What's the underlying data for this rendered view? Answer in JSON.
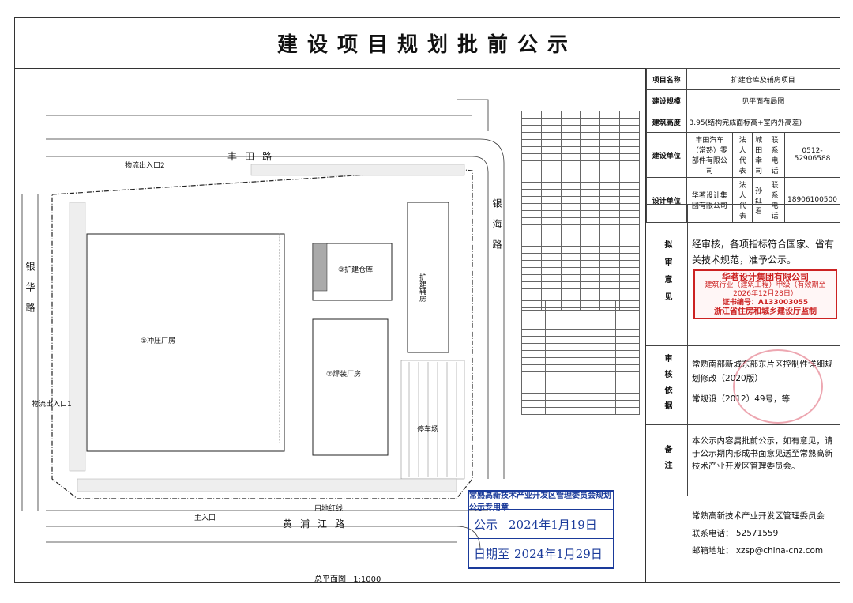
{
  "title": "建设项目规划批前公示",
  "info": {
    "project_name_label": "项目名称",
    "project_name": "扩建仓库及辅房项目",
    "scale_label": "建设规模",
    "scale": "见平面布局图",
    "height_label": "建筑高度",
    "height": "3.95(结构完成面标高+室内外高差)",
    "builder_label": "建设单位",
    "builder": "丰田汽车（常熟）零部件有限公司",
    "legal_label": "法人代表",
    "builder_legal": "城田幸司",
    "phone_label": "联系电话",
    "builder_phone": "0512-52906588",
    "designer_label": "设计单位",
    "designer": "华茗设计集团有限公司",
    "designer_legal": "孙红君",
    "designer_phone": "18906100500"
  },
  "review": {
    "label": "拟审意见",
    "text": "经审核，各项指标符合国家、省有关技术规范，准予公示。",
    "stamp_name": "华茗设计集团有限公司",
    "stamp_cert": "建筑行业（建筑工程）甲级（有效期至2026年12月28日）",
    "stamp_no": "证书编号：A133003055",
    "stamp_auth": "浙江省住房和城乡建设厅监制"
  },
  "basis": {
    "label": "审核依据",
    "line1": "常熟南部新城东部东片区控制性详细规划修改（2020版）",
    "line2": "常规设（2012）49号，等"
  },
  "notes": {
    "label": "备注",
    "text": "本公示内容属批前公示，如有意见，请于公示期内形成书面意见送至常熟高新技术产业开发区管理委员会。"
  },
  "footer": {
    "org": "常熟高新技术产业开发区管理委员会",
    "phone_label": "联系电话：",
    "phone": "52571559",
    "email_label": "邮箱地址：",
    "email": "xzsp@china-cnz.com"
  },
  "public_stamp": {
    "header": "常熟高新技术产业开发区管理委员会规划公示专用章",
    "from_label": "公示",
    "from_date": "2024年1月19日",
    "to_label": "日期至",
    "to_date": "2024年1月29日"
  },
  "plan": {
    "caption": "总平面图",
    "scale": "1:1000",
    "road_north": "丰田路",
    "road_south": "黄浦江路",
    "road_east": "银海路",
    "road_west": "银华路",
    "redline": "用地红线",
    "entrance": "主入口",
    "logistics1": "物流出入口2",
    "logistics2": "物流出入口1",
    "bldg1": "①冲压厂房",
    "bldg2": "②焊装厂房",
    "bldg3": "③扩建仓库",
    "bldg4": "扩建辅房",
    "parking": "停车场"
  }
}
